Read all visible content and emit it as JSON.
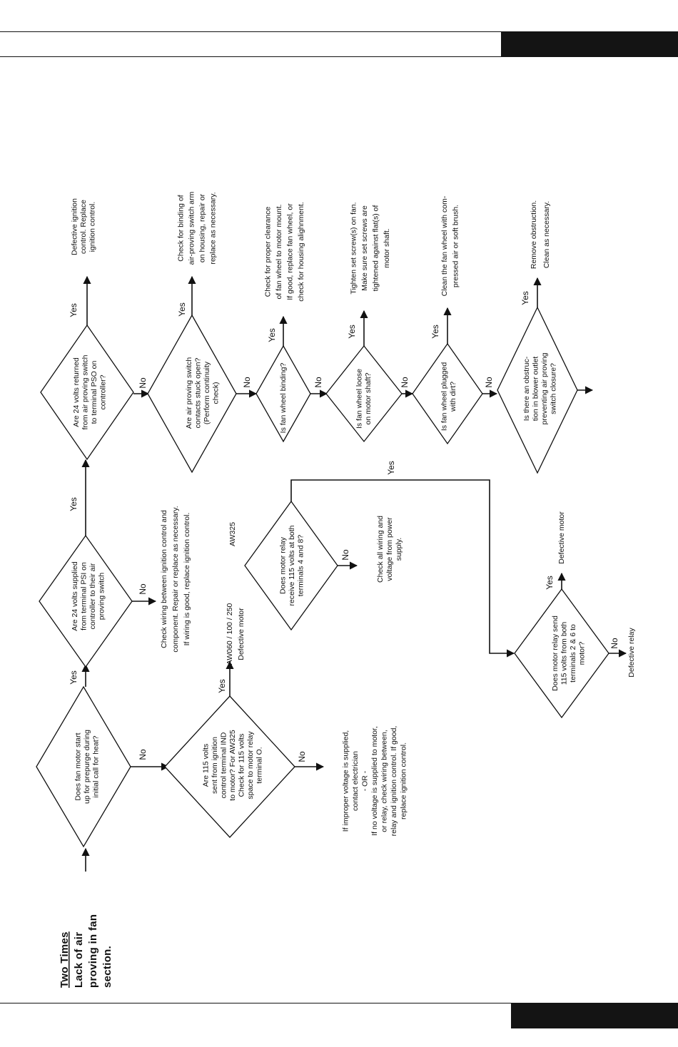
{
  "header": {
    "tab_color": "#141414"
  },
  "title": {
    "underlined": "Two Times",
    "rest": [
      "Lack of air",
      "proving in fan",
      "section."
    ]
  },
  "decisions": {
    "d_prepurge": [
      "Does fan motor start",
      "up for prepurge during",
      "initial call for heat?"
    ],
    "d_115": [
      "Are 115 volts",
      "sent from ignition",
      "control terminal IND",
      "to motor? For AW325",
      "Check for 115 volts",
      "space to motor relay",
      "terminal O."
    ],
    "d_24psi": [
      "Are 24 volts supplied",
      "from terminal PSI on",
      "controller to their air",
      "proving switch"
    ],
    "d_24pso": [
      "Are 24 volts returned",
      "from air proving switch",
      "to terminal PSO on",
      "controller?"
    ],
    "d_stuck": [
      "Are air proving switch",
      "contacts stuck open?",
      "(Perform continuity",
      "check)"
    ],
    "d_binding": [
      "Is fan wheel binding?"
    ],
    "d_loose": [
      "Is fan wheel loose",
      "on motor shaft?"
    ],
    "d_plugged": [
      "Is fan wheel plugged",
      "with dirt?"
    ],
    "d_obstruction": [
      "Is there an obstruc-",
      "tion in blower outlet",
      "preventing air proving",
      "switch closure?"
    ],
    "d_relay_receive": [
      "Does motor relay",
      "receive 115 volts at both",
      "terminals 4 and 8?"
    ],
    "d_relay_send": [
      "Does motor relay send",
      "115 volts  from both",
      "terminals 2 & 6 to",
      "motor?"
    ]
  },
  "outcomes": {
    "o_improper": [
      "If improper voltage is supplied,",
      "contact electrician",
      "- OR -",
      "If no voltage is supplied to motor,",
      "or relay, check wiring between,",
      "relay and ignition control. If good,",
      "replace ignition control."
    ],
    "o_aw060": [
      "AW060 / 100 / 250",
      "Defective motor"
    ],
    "o_aw325": [
      "AW325"
    ],
    "o_check_wiring": [
      "Check wiring between ignition control and",
      "component. Repair or replace as necessary.",
      "If wiring is good, replace ignition control."
    ],
    "o_defective_ignition": [
      "Defective ignition",
      "control. Replace",
      "ignition control."
    ],
    "o_check_binding": [
      "Check for binding of",
      "air-proving switch arm",
      "on housing, repair or",
      "replace as necessary."
    ],
    "o_clearance": [
      "Check for proper clearance",
      "of fan wheel to motor mount.",
      "If good, replace fan wheel, or",
      "check for housing alighnment."
    ],
    "o_tighten": [
      "Tighten set screw(s) on fan.",
      "Make sure set screws are",
      "tightened against flat(s) of",
      "motor shaft."
    ],
    "o_clean": [
      "Clean the fan wheel with com-",
      "pressed air or soft brush."
    ],
    "o_remove": [
      "Remove obstruction.",
      "Clean as necessary."
    ],
    "o_check_power": [
      "Check all wiring and",
      "voltage from power",
      "supply."
    ],
    "o_defective_motor": [
      "Defective motor"
    ],
    "o_defective_relay": [
      "Defective relay"
    ]
  },
  "labels": {
    "yes": "Yes",
    "no": "No"
  },
  "footer": {
    "tab_color": "#141414"
  }
}
